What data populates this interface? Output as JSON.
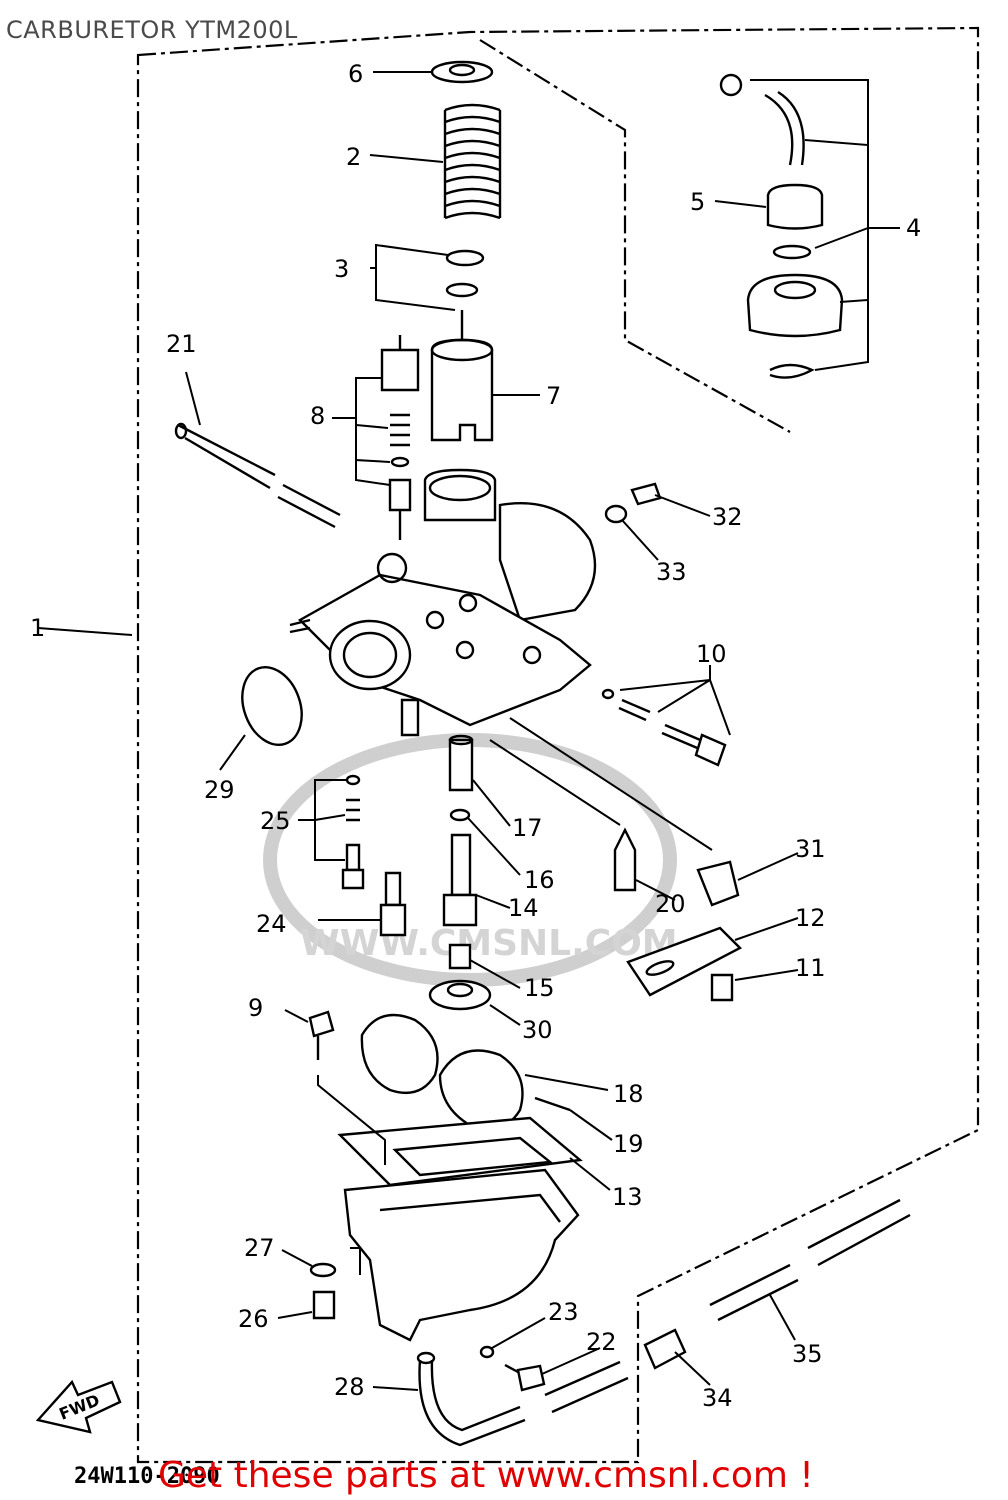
{
  "title": "CARBURETOR YTM200L",
  "diagram_code": "24W110-2090",
  "footer": "Get these parts at www.cmsnl.com !",
  "watermark": {
    "text": "WWW.CMSNL.COM",
    "color": "#d4d4d4"
  },
  "fwd_label": "FWD",
  "callouts": [
    "1",
    "2",
    "3",
    "4",
    "5",
    "6",
    "7",
    "8",
    "9",
    "10",
    "11",
    "12",
    "13",
    "14",
    "15",
    "16",
    "17",
    "18",
    "19",
    "20",
    "21",
    "22",
    "23",
    "24",
    "25",
    "26",
    "27",
    "28",
    "29",
    "30",
    "31",
    "32",
    "33",
    "34",
    "35"
  ],
  "colors": {
    "footer": "#e00000",
    "title": "#4a4a4a",
    "line": "#000000"
  }
}
